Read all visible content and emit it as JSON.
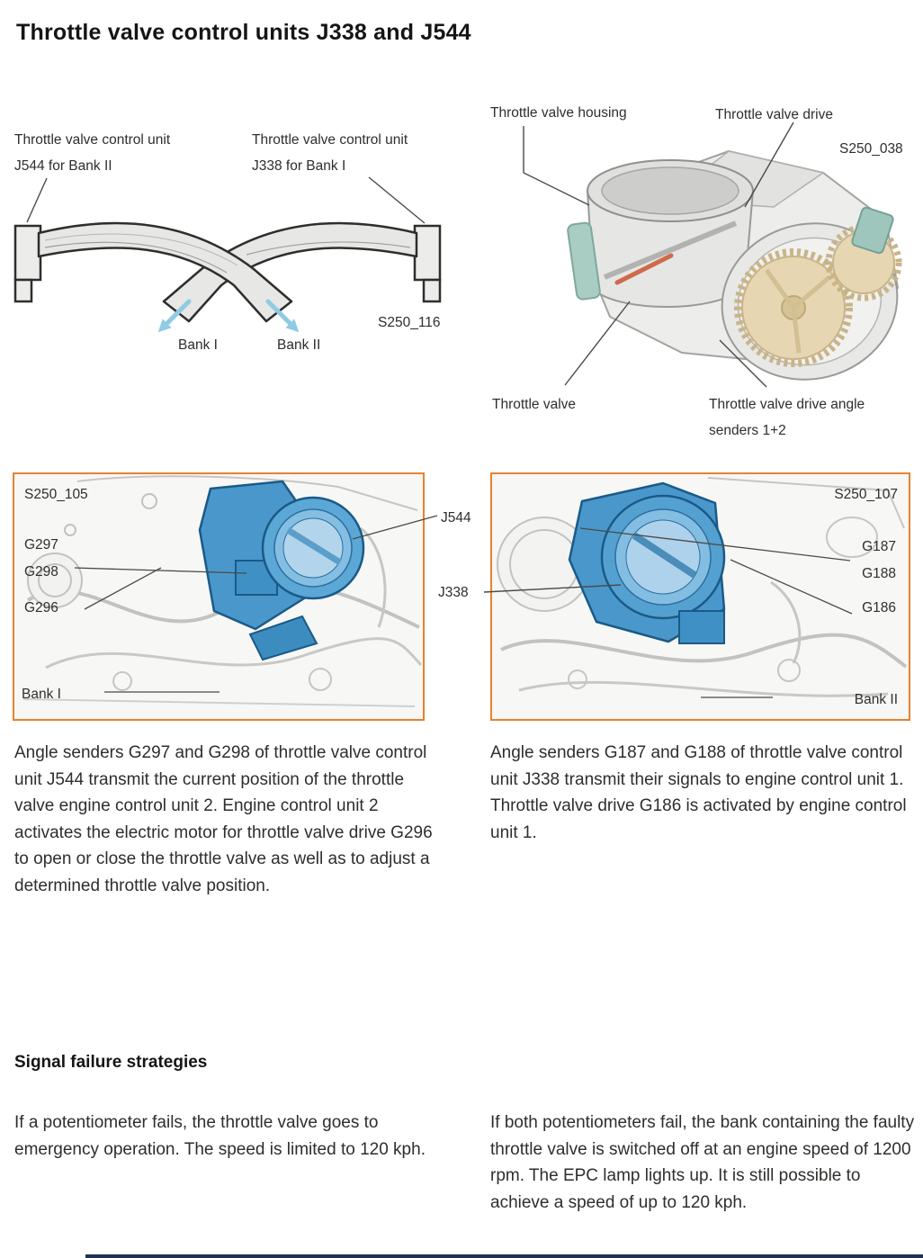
{
  "page_title": "Throttle valve control units J338 and J544",
  "manifold_figure": {
    "label_j544_line1": "Throttle valve control unit",
    "label_j544_line2": "J544 for Bank II",
    "label_j338_line1": "Throttle valve control unit",
    "label_j338_line2": "J338 for Bank I",
    "bank_i": "Bank I",
    "bank_ii": "Bank II",
    "ref": "S250_116"
  },
  "housing_figure": {
    "label_housing": "Throttle valve housing",
    "label_drive": "Throttle valve drive",
    "ref": "S250_038",
    "label_valve": "Throttle valve",
    "label_senders_line1": "Throttle valve drive angle",
    "label_senders_line2": "senders 1+2"
  },
  "bank1_figure": {
    "ref": "S250_105",
    "g1": "G297",
    "g2": "G298",
    "g3": "G296",
    "bank": "Bank I",
    "unit": "J544"
  },
  "bank2_figure": {
    "ref": "S250_107",
    "g1": "G187",
    "g2": "G188",
    "g3": "G186",
    "bank": "Bank II",
    "unit": "J338"
  },
  "body": {
    "para_left": "Angle senders G297 and G298 of throttle valve control unit J544 transmit the current position of the throttle valve engine control unit 2. Engine control unit 2 activates the electric motor for throttle valve drive G296 to open or close the throttle valve as well as to adjust a determined throttle valve position.",
    "para_right": "Angle senders G187 and G188 of throttle valve control unit J338 transmit their signals to engine control unit 1. Throttle valve drive G186 is activated by engine control unit 1."
  },
  "signal_failure": {
    "heading": "Signal failure strategies",
    "para_left": "If a potentiometer fails, the throttle valve goes to emergency operation. The speed is limited to 120 kph.",
    "para_right": "If both potentiometers fail, the bank containing the faulty throttle valve is switched off at an engine speed of 1200 rpm. The EPC lamp lights up. It is still possible to achieve a speed of up to 120 kph."
  },
  "colors": {
    "frame_border": "#e5832f",
    "throttle_highlight": "#4a98cb",
    "arrow_blue": "#8ecbe4",
    "text": "#2e2e2c"
  }
}
